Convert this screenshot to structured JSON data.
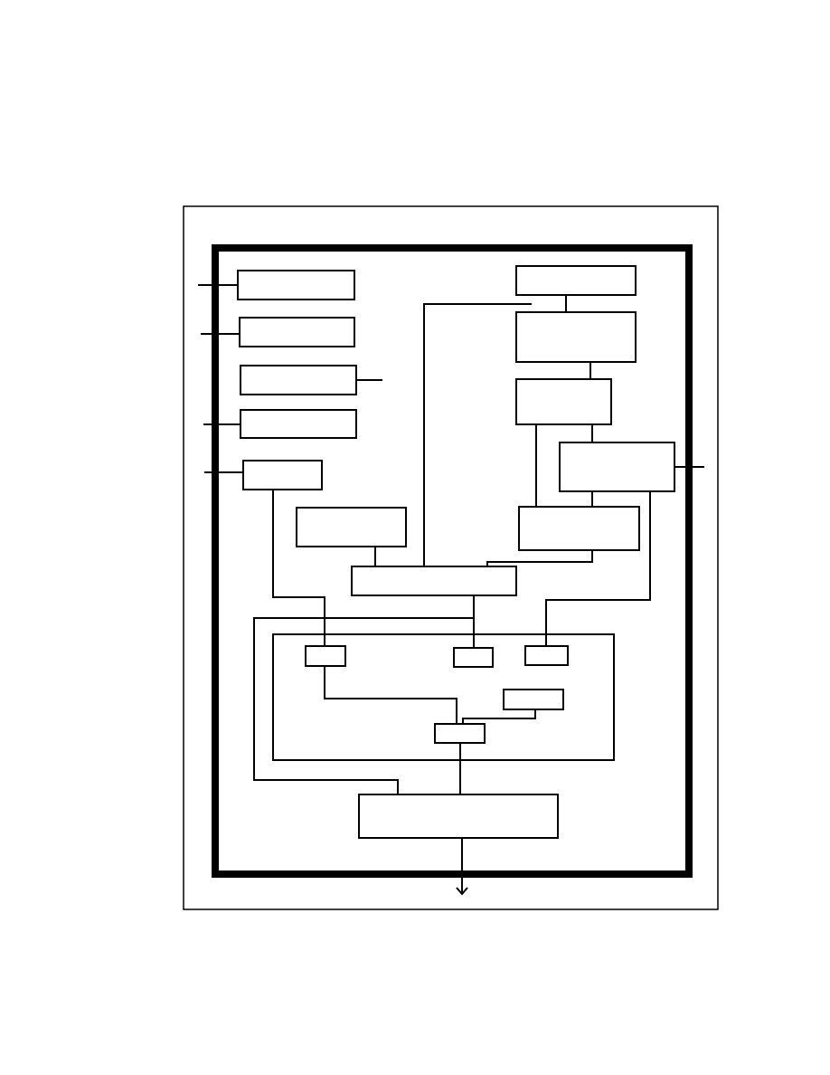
{
  "diagram": {
    "colors": {
      "line": "#000000",
      "background": "#ffffff"
    },
    "blocks": [
      {
        "id": "left-block-1",
        "label": ""
      },
      {
        "id": "left-block-2",
        "label": ""
      },
      {
        "id": "left-block-3",
        "label": ""
      },
      {
        "id": "left-block-4",
        "label": ""
      },
      {
        "id": "left-block-5",
        "label": ""
      },
      {
        "id": "middle-left-block",
        "label": ""
      },
      {
        "id": "right-top-block",
        "label": ""
      },
      {
        "id": "right-block-2",
        "label": ""
      },
      {
        "id": "right-block-3",
        "label": ""
      },
      {
        "id": "right-block-4",
        "label": ""
      },
      {
        "id": "right-block-5",
        "label": ""
      },
      {
        "id": "center-bus-block",
        "label": ""
      },
      {
        "id": "inner-module",
        "label": ""
      },
      {
        "id": "inner-small-1",
        "label": ""
      },
      {
        "id": "inner-small-2",
        "label": ""
      },
      {
        "id": "inner-small-3",
        "label": ""
      },
      {
        "id": "inner-small-4",
        "label": ""
      },
      {
        "id": "inner-small-5",
        "label": ""
      },
      {
        "id": "bottom-block",
        "label": ""
      }
    ],
    "arrow": {
      "direction": "down"
    }
  }
}
